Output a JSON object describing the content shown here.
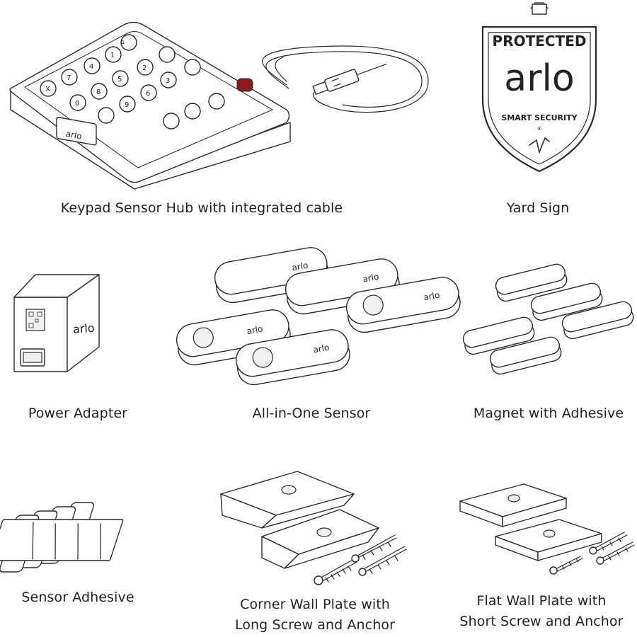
{
  "items": {
    "keypad": {
      "caption": "Keypad Sensor Hub with integrated cable",
      "icon": "keypad-sensor-hub",
      "logo_text": "arlo"
    },
    "yard_sign": {
      "caption": "Yard Sign",
      "icon": "yard-sign",
      "sign_top": "PROTECTED",
      "sign_brand": "arlo",
      "sign_bottom": "SMART SECURITY"
    },
    "power_adapter": {
      "caption": "Power Adapter",
      "icon": "power-adapter",
      "logo_text": "arlo"
    },
    "all_in_one_sensor": {
      "caption": "All-in-One Sensor",
      "icon": "all-in-one-sensor",
      "logo_text": "arlo"
    },
    "magnet": {
      "caption": "Magnet with Adhesive",
      "icon": "magnet"
    },
    "sensor_adhesive": {
      "caption": "Sensor Adhesive",
      "icon": "adhesive-strips"
    },
    "corner_wall_plate": {
      "caption_lines": [
        "Corner Wall Plate with",
        "Long Screw and Anchor"
      ],
      "icon": "corner-wall-plate"
    },
    "flat_wall_plate": {
      "caption_lines": [
        "Flat Wall Plate with",
        "Short Screw and Anchor"
      ],
      "icon": "flat-wall-plate"
    }
  }
}
